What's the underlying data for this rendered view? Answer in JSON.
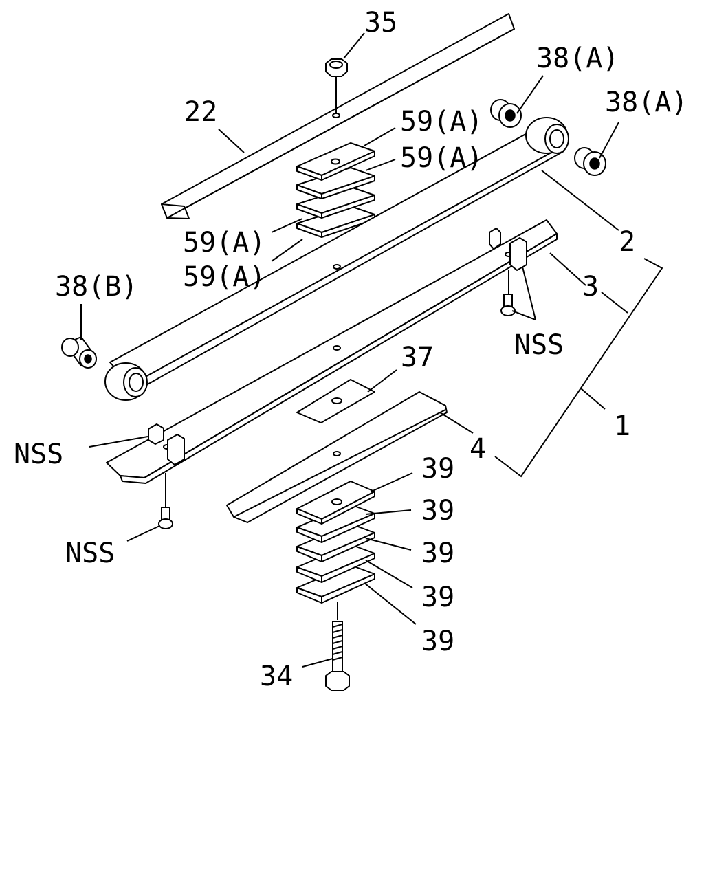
{
  "callouts": {
    "c35": "35",
    "c38a_1": "38(A)",
    "c38a_2": "38(A)",
    "c22": "22",
    "c59a_1": "59(A)",
    "c59a_2": "59(A)",
    "c59a_3": "59(A)",
    "c59a_4": "59(A)",
    "c2": "2",
    "c3": "3",
    "c38b": "38(B)",
    "c_nss_right": "NSS",
    "c37": "37",
    "c1": "1",
    "c_nss_left": "NSS",
    "c4": "4",
    "c39_1": "39",
    "c39_2": "39",
    "c39_3": "39",
    "c39_4": "39",
    "c39_5": "39",
    "c_nss_bottom": "NSS",
    "c34": "34"
  }
}
